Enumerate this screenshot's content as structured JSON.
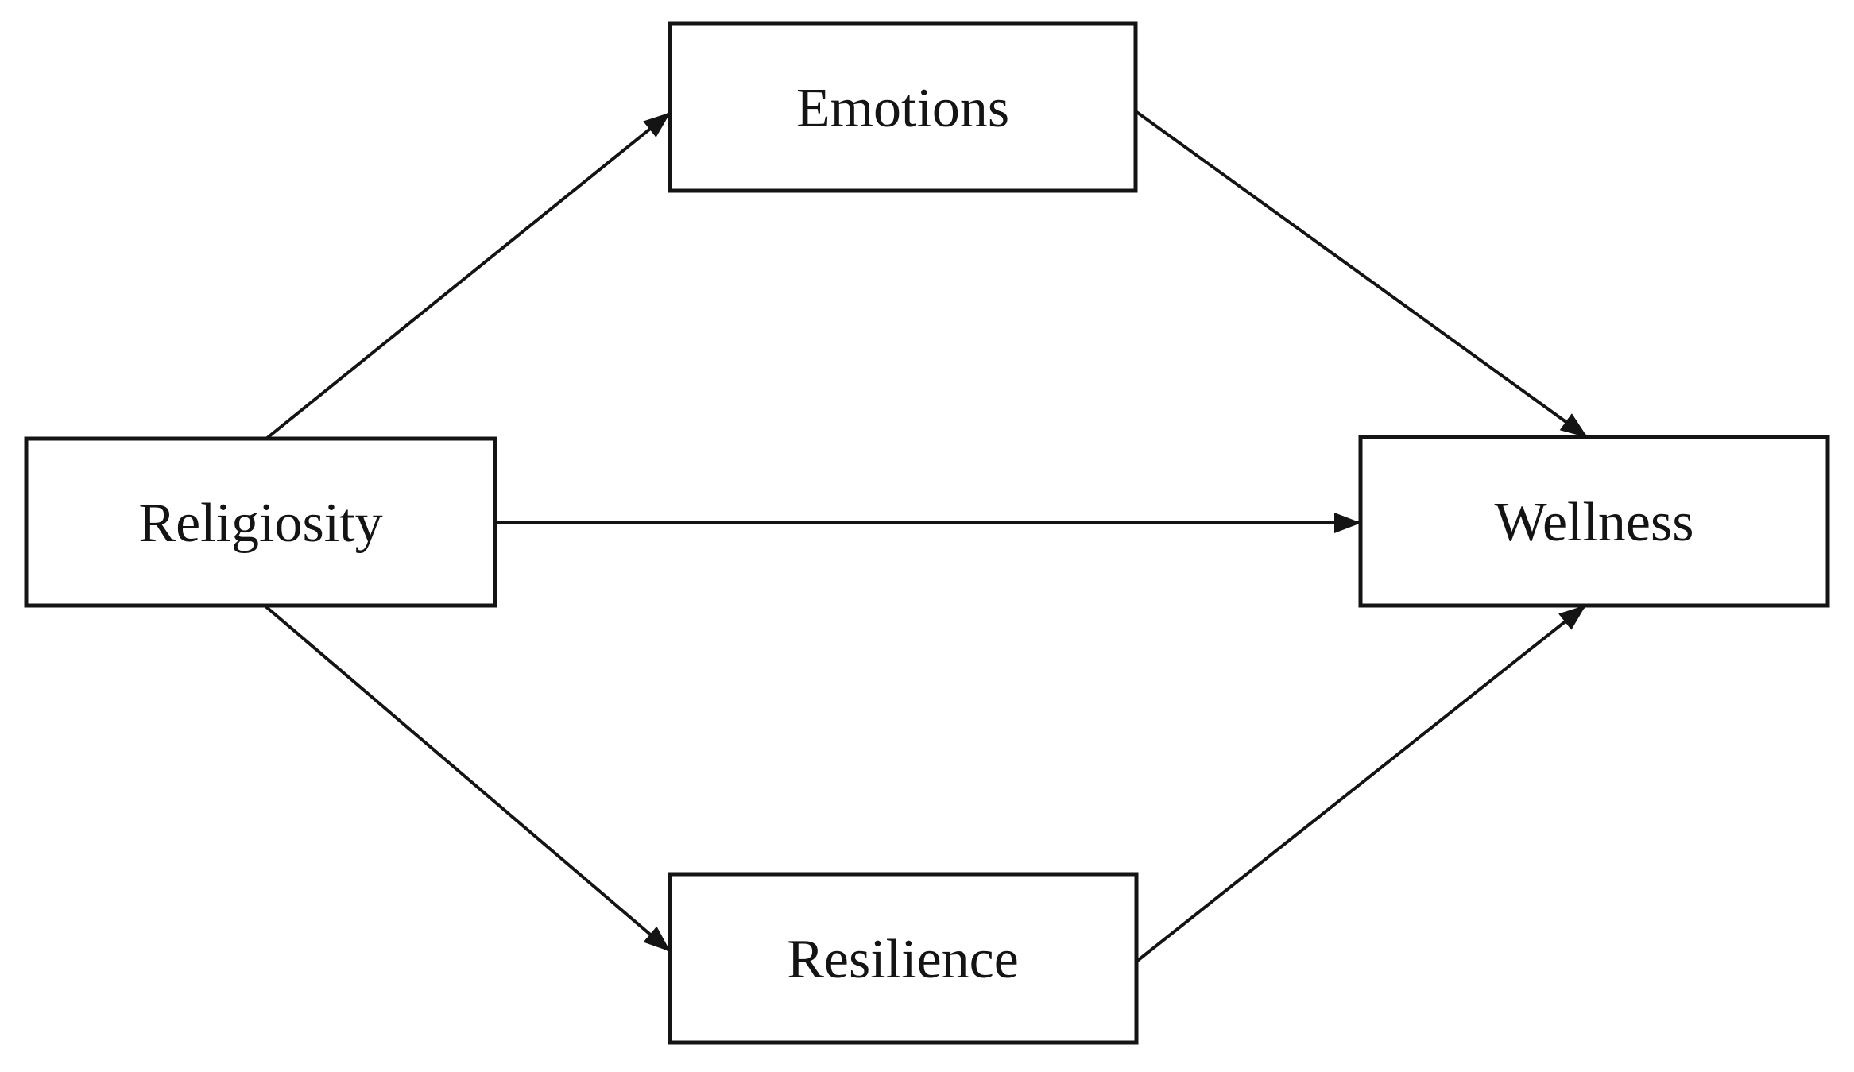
{
  "diagram": {
    "type": "path-model-diagram",
    "background_color": "#ffffff",
    "stroke_color": "#141414",
    "box_fill_color": "#ffffff",
    "text_color": "#141414",
    "nodes": [
      {
        "id": "religiosity",
        "label": "Religiosity"
      },
      {
        "id": "emotions",
        "label": "Emotions"
      },
      {
        "id": "resilience",
        "label": "Resilience"
      },
      {
        "id": "wellness",
        "label": "Wellness"
      }
    ],
    "edges": [
      {
        "from": "Religiosity",
        "to": "Emotions"
      },
      {
        "from": "Emotions",
        "to": "Wellness"
      },
      {
        "from": "Religiosity",
        "to": "Wellness"
      },
      {
        "from": "Religiosity",
        "to": "Resilience"
      },
      {
        "from": "Resilience",
        "to": "Wellness"
      }
    ]
  }
}
